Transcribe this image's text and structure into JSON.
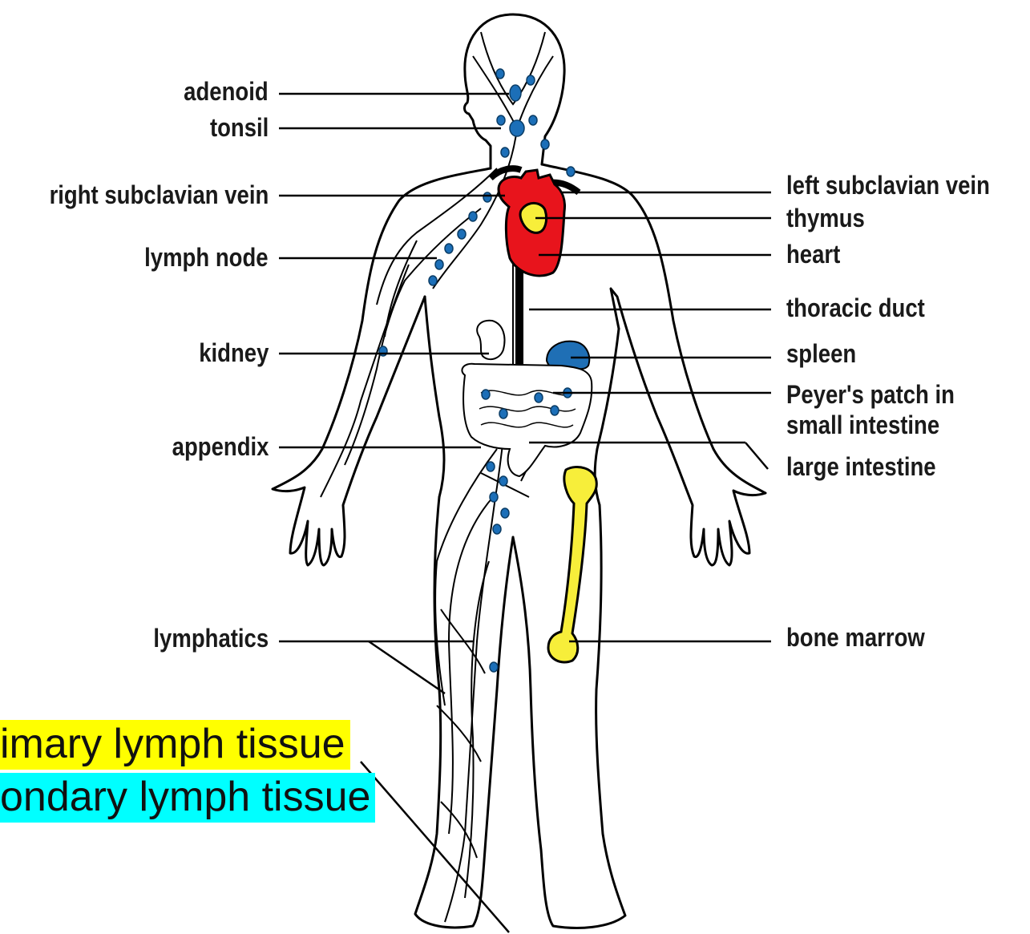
{
  "colors": {
    "primary_highlight": "#ffff00",
    "secondary_highlight": "#00ffff",
    "heart": "#e8141c",
    "lymph_node": "#1c6fb8",
    "spleen": "#1f6fb5",
    "marrow": "#f7ee3a",
    "outline": "#000000"
  },
  "labels_left": {
    "adenoid": "adenoid",
    "tonsil": "tonsil",
    "right_subclavian_vein": "right subclavian vein",
    "lymph_node": "lymph node",
    "kidney": "kidney",
    "appendix": "appendix",
    "lymphatics": "lymphatics"
  },
  "labels_right": {
    "left_subclavian_vein": "left subclavian vein",
    "thymus": "thymus",
    "heart": "heart",
    "thoracic_duct": "thoracic duct",
    "spleen": "spleen",
    "peyers_patch_line1": "Peyer's patch in",
    "peyers_patch_line2": "small intestine",
    "large_intestine": "large intestine",
    "bone_marrow": "bone marrow"
  },
  "legend": {
    "primary": "imary lymph tissue",
    "secondary": "ondary lymph tissue"
  }
}
